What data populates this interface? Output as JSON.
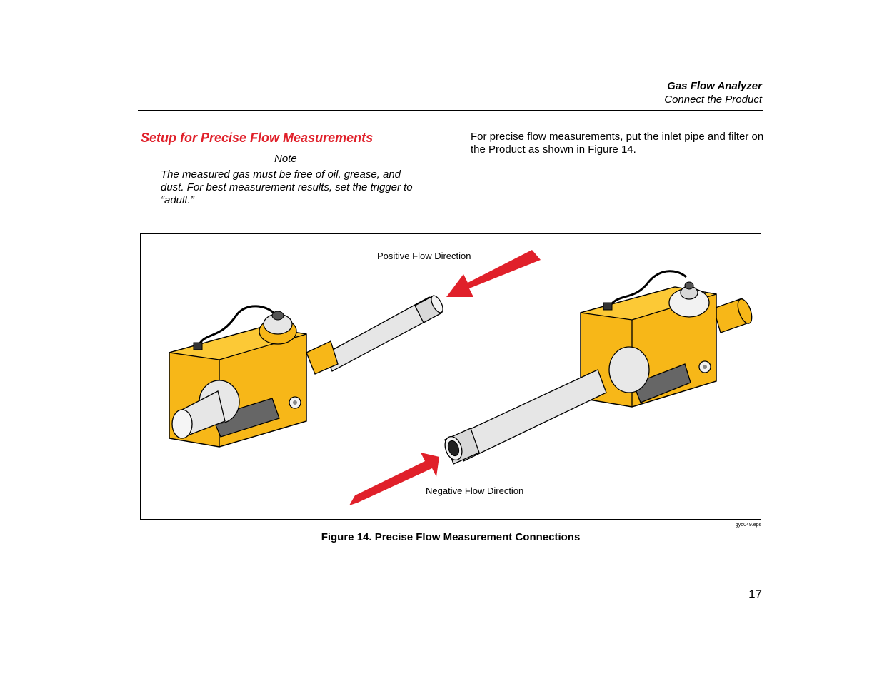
{
  "header": {
    "title": "Gas Flow Analyzer",
    "subtitle": "Connect the Product"
  },
  "section": {
    "heading": "Setup for Precise Flow Measurements",
    "note_label": "Note",
    "note_body": "The measured gas must be free of oil, grease, and dust. For best measurement results, set the trigger to “adult.”",
    "intro": "For precise flow measurements, put the inlet pipe and filter on the Product as shown in Figure 14."
  },
  "figure": {
    "label_positive": "Positive Flow Direction",
    "label_negative": "Negative Flow Direction",
    "file_id": "gyo049.eps",
    "caption": "Figure 14. Precise Flow Measurement Connections"
  },
  "colors": {
    "accent_red": "#e0202a",
    "device_yellow": "#f7b718",
    "pipe_gray": "#e6e6e6",
    "dark_gray": "#555555"
  },
  "page_number": "17"
}
